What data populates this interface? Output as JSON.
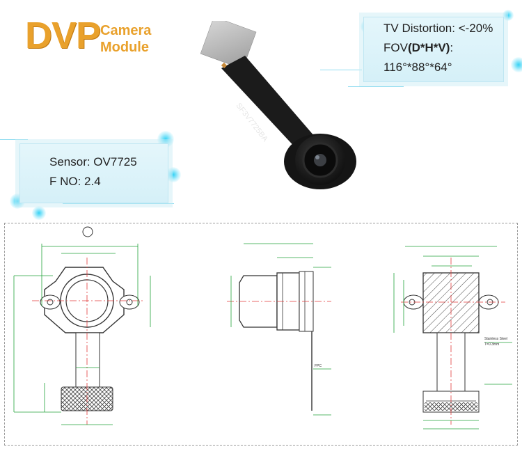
{
  "title": {
    "main": "DVP",
    "sub_line1": "Camera",
    "sub_line2": "Module"
  },
  "specs_right": {
    "line1": "TV Distortion: <-20%",
    "line2_prefix": "FOV",
    "line2_bold": "(D*H*V)",
    "line2_suffix": ":",
    "line3": "116°*88°*64°"
  },
  "specs_left": {
    "line1": "Sensor: OV7725",
    "line2": "F NO: 2.4"
  },
  "module_label": "SF3V7725BA",
  "drawing_labels": {
    "fpc": "FPC",
    "stainless": "Stainless Steel",
    "stainless_thk": "T=0.3mm"
  },
  "colors": {
    "accent": "#e9a12c",
    "glow": "#35d2f5",
    "dim_line": "#22a33a",
    "center_line": "#e23a3a"
  }
}
